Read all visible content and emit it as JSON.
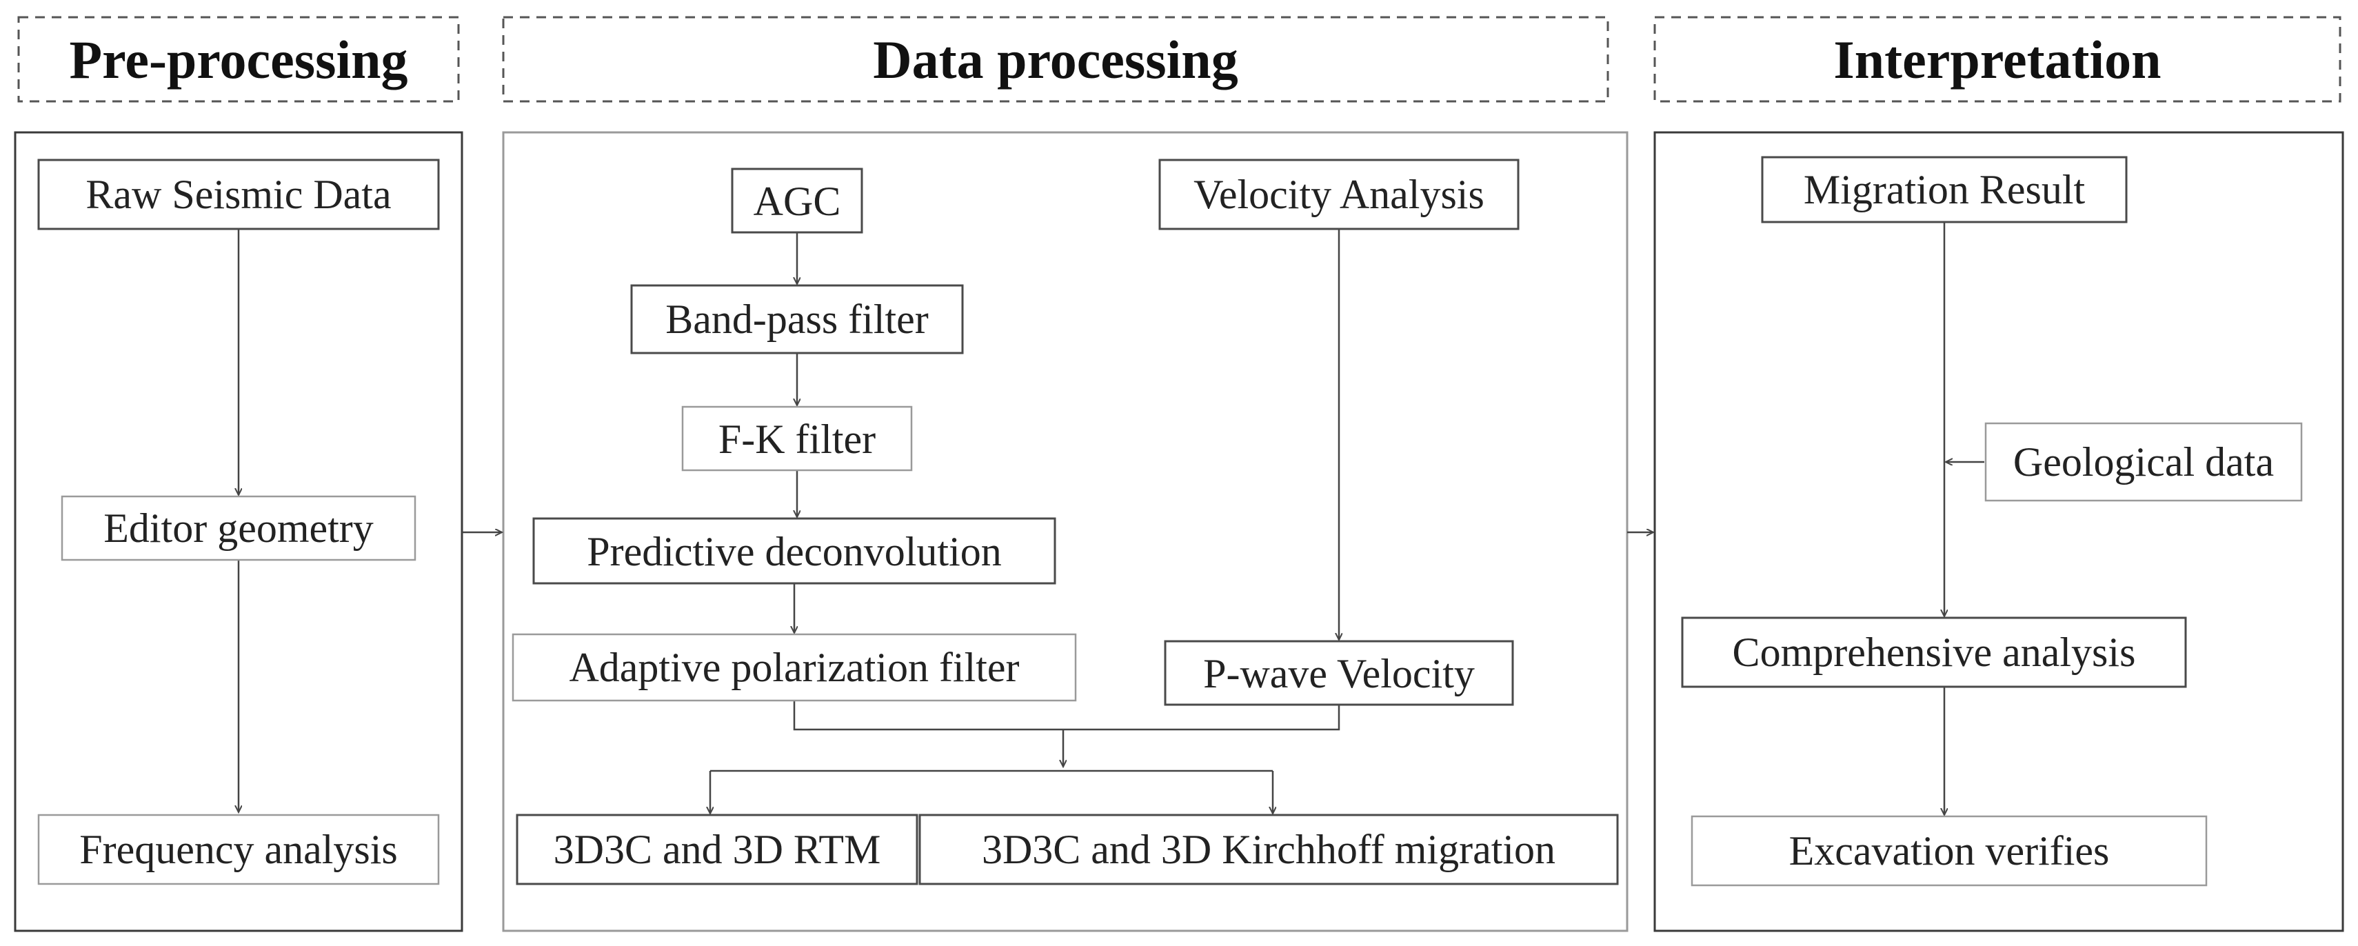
{
  "sections": {
    "pre": {
      "title": "Pre-processing"
    },
    "data": {
      "title": "Data processing"
    },
    "interp": {
      "title": "Interpretation"
    }
  },
  "nodes": {
    "raw": "Raw Seismic Data",
    "editor": "Editor geometry",
    "freq": "Frequency analysis",
    "agc": "AGC",
    "bandpass": "Band-pass filter",
    "fk": "F-K filter",
    "pred": "Predictive deconvolution",
    "adaptive": "Adaptive polarization filter",
    "velocity": "Velocity Analysis",
    "pwave": "P-wave Velocity",
    "rtm": "3D3C and 3D RTM",
    "kirchhoff": "3D3C and 3D Kirchhoff migration",
    "migration": "Migration Result",
    "geo": "Geological data",
    "comp": "Comprehensive analysis",
    "excav": "Excavation verifies"
  }
}
